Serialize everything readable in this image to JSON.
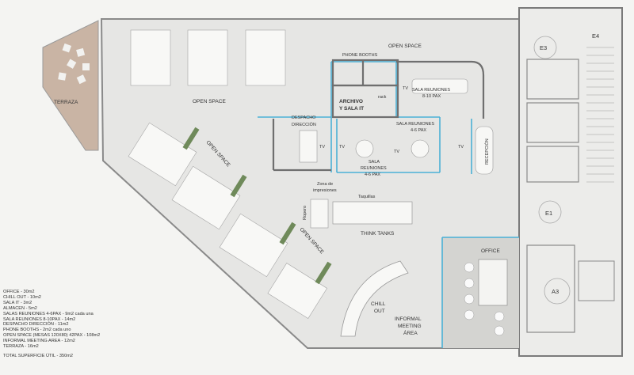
{
  "rooms": {
    "terraza": "TERRAZA",
    "open_space_top_left": "OPEN SPACE",
    "open_space_top": "OPEN SPACE",
    "open_space_diag_1": "OPEN SPACE",
    "open_space_diag_2": "OPEN SPACE",
    "phone_booths": "PHONE BOOTHS",
    "sala_reuniones_810_l1": "SALA REUNIONES",
    "sala_reuniones_810_l2": "8-10 PAX",
    "rack": "rack",
    "archivo_l1": "ARCHIVO",
    "archivo_l2": "Y SALA IT",
    "despacho_l1": "DESPACHO",
    "despacho_l2": "DIRECCIÓN",
    "sala_reuniones_46a_l1": "SALA REUNIONES",
    "sala_reuniones_46a_l2": "4-6 PAX",
    "sala_reuniones_46b_l1": "SALA",
    "sala_reuniones_46b_l2": "REUNIONES",
    "sala_reuniones_46b_l3": "4-6 PAX",
    "tv": "TV",
    "recepcion": "RECEPCIÓN",
    "zona_impresiones_l1": "Zona de",
    "zona_impresiones_l2": "impresiones",
    "taquillas": "Taquillas",
    "ropero": "Ropero",
    "think_tanks": "THINK TANKS",
    "office": "OFFICE",
    "chill_out_l1": "CHILL",
    "chill_out_l2": "OUT",
    "informal_l1": "INFORMAL",
    "informal_l2": "MEETING",
    "informal_l3": "ÁREA",
    "e1": "E1",
    "e3": "E3",
    "e4": "E4",
    "a3": "A3"
  },
  "legend": [
    "OFFICE - 30m2",
    "CHILL OUT - 10m2",
    "SALA IT - 3m2",
    "ALMACEN - 5m2",
    "SALAS REUNIONES 4-6PAX - 9m2 cada una",
    "SALA REUNIONES 8-10PAX - 14m2",
    "DESPACHO DIRECCIÓN - 11m2",
    "PHONE BOOTHS - 2m2 cada uno",
    "OPEN SPACE (MESAS 120X80) 42PAX - 108m2",
    "INFORMAL MEETING AREA - 12m2",
    "TERRAZA - 16m2"
  ],
  "legend_total": "TOTAL SUPERFICIE ÚTIL - 350m2",
  "colors": {
    "floor": "#e6e6e4",
    "terrace": "#c9b4a4",
    "glass": "#4ab0d6",
    "wall": "#8a8a8a",
    "office_floor": "#d4d4d1"
  }
}
